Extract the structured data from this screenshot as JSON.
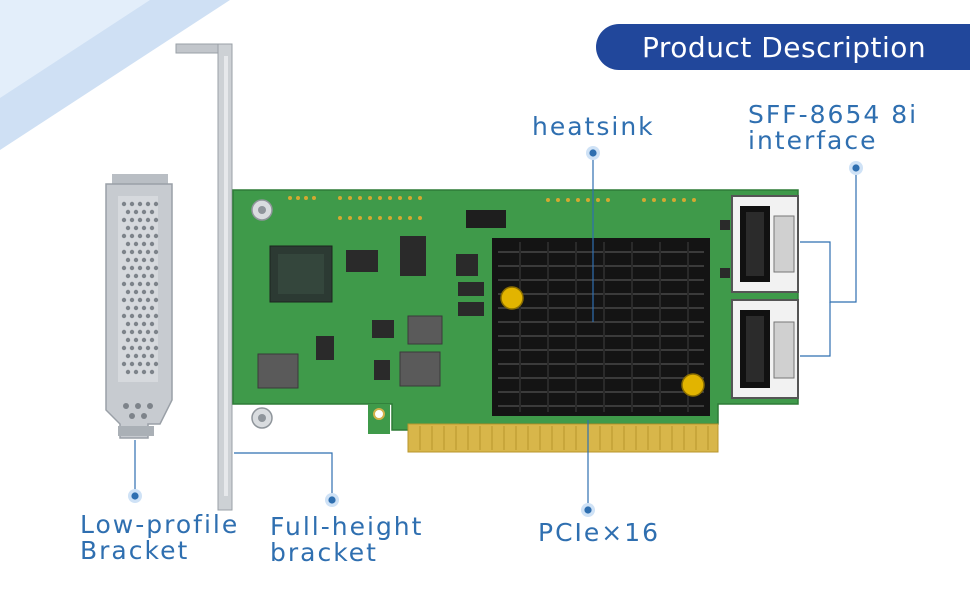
{
  "header": {
    "title": "Product Description"
  },
  "callouts": {
    "heatsink": "heatsink",
    "interface_line1": "SFF-8654 8i",
    "interface_line2": "interface",
    "pcie": "PCIe×16",
    "low_profile_line1": "Low-profile",
    "low_profile_line2": "Bracket",
    "full_height_line1": "Full-height",
    "full_height_line2": "bracket"
  },
  "colors": {
    "accent_blue": "#21479b",
    "label_blue": "#2f6fb0",
    "pcb_green": "#3f9a4a",
    "heatsink_black": "#141414",
    "gold_finger": "#d8b64a",
    "bracket_silver": "#c9cdd2"
  }
}
